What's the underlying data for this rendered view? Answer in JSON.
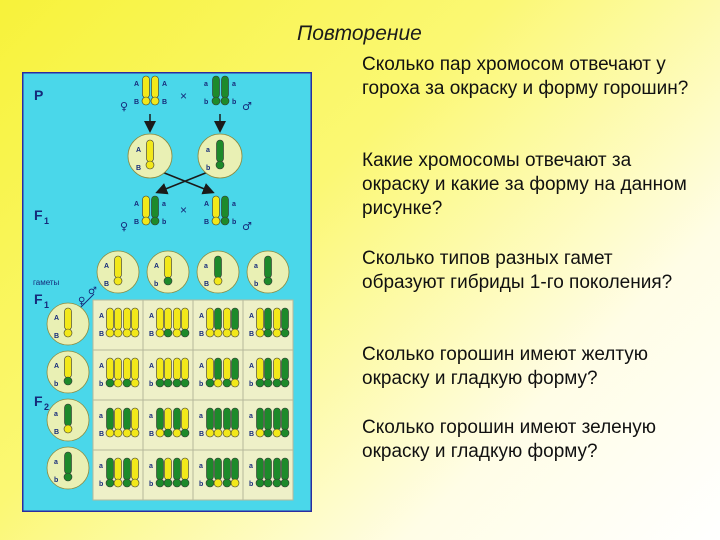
{
  "title": "Повторение",
  "questions": [
    "Сколько пар хромосом отвечают у гороха за окраску и форму горошин?",
    "Какие хромосомы отвечают за окраску и какие за форму на данном рисунке?",
    "Сколько типов разных гамет образуют гибриды 1-го поколения?",
    "Сколько горошин имеют желтую окраску и гладкую форму?",
    "Сколько горошин имеют зеленую окраску и гладкую форму?"
  ],
  "diagram": {
    "labels": {
      "p": "P",
      "f1": "F",
      "f1_sub": "1",
      "gametes": "гаметы",
      "f2": "F",
      "f2_sub": "2",
      "cross": "×",
      "female": "♀",
      "male": "♂"
    },
    "alleles": {
      "A": "A",
      "a": "a",
      "B": "B",
      "b": "b"
    },
    "colors": {
      "panel": "#4ad7ea",
      "border": "#2c2ca0",
      "grid": "#eef0c8",
      "yellow": "#f2e81a",
      "green": "#1d8a2a",
      "light_circle": "#e9f0b4",
      "text": "#152a7a"
    },
    "gametes": [
      [
        "A",
        "B"
      ],
      [
        "A",
        "b"
      ],
      [
        "a",
        "B"
      ],
      [
        "a",
        "b"
      ]
    ]
  }
}
